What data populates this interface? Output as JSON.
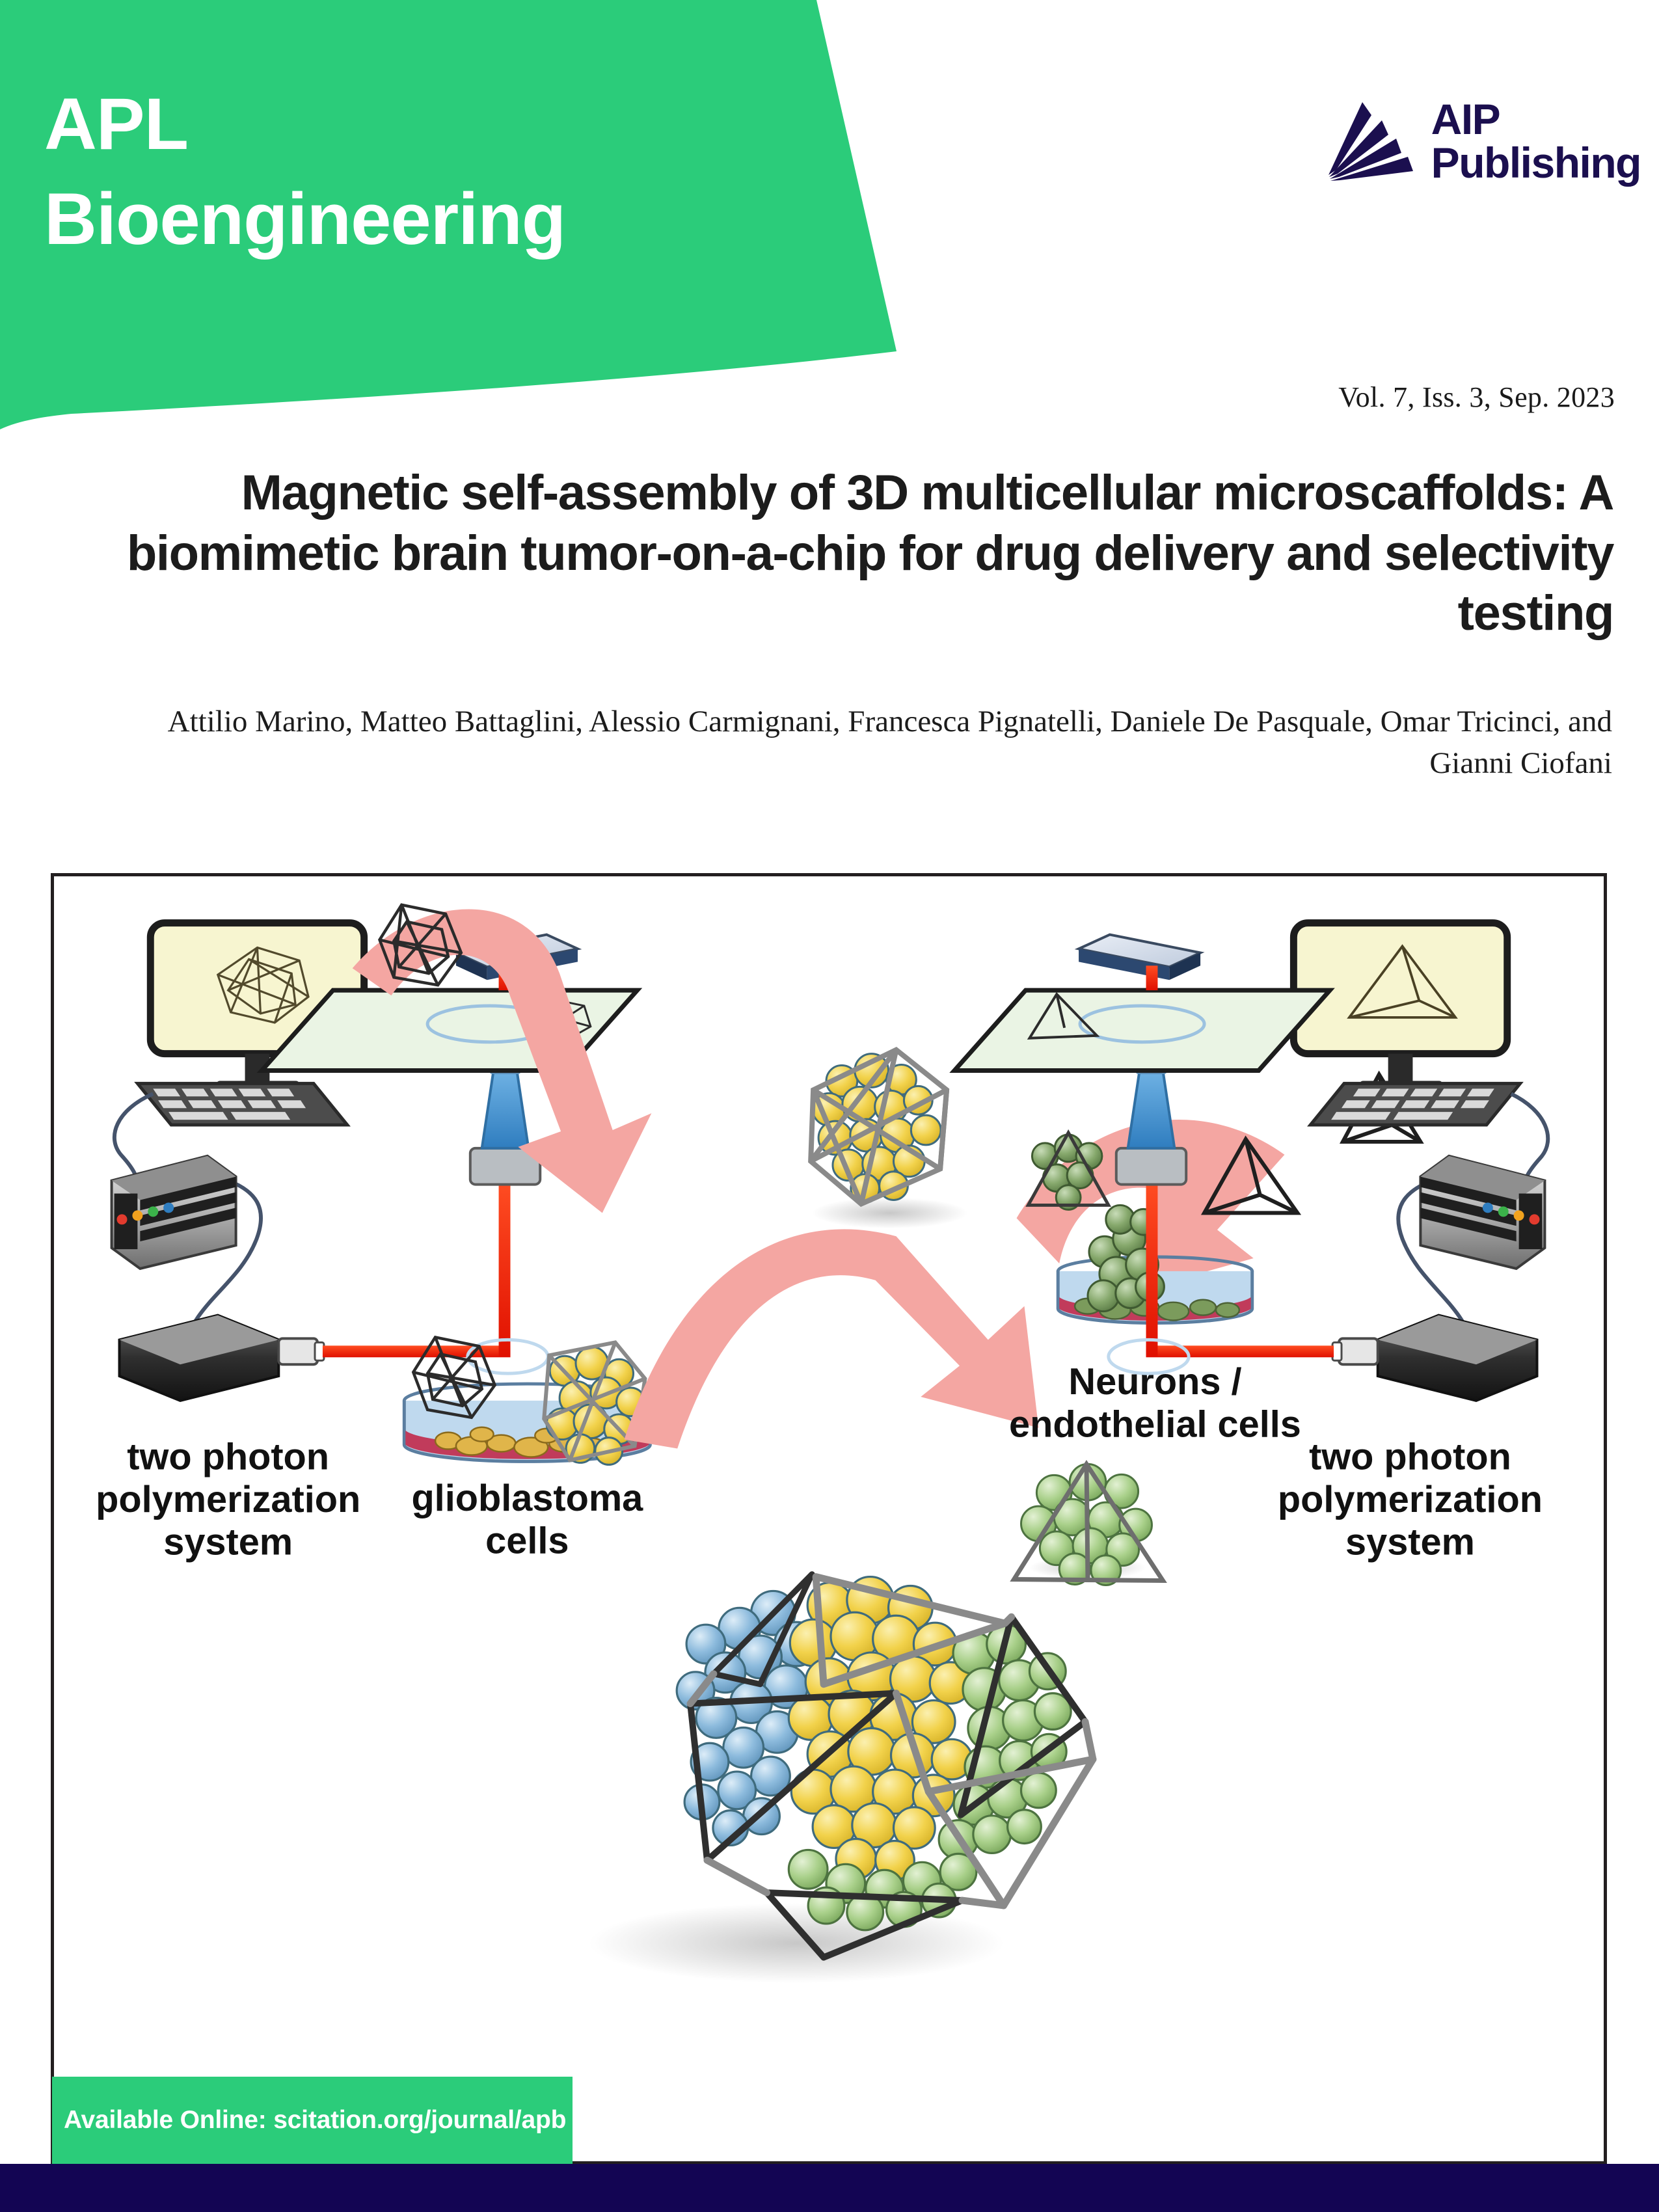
{
  "brand": {
    "journal_name": "APL\nBioengineering",
    "green": "#2BCC7A",
    "navy": "#130553"
  },
  "publisher": {
    "wordmark": "AIP\nPublishing",
    "mark_name": "aip-fan-rays"
  },
  "issue": {
    "volume_line": "Vol. 7, Iss. 3, Sep. 2023"
  },
  "article": {
    "title": "Magnetic self-assembly of 3D multicellular microscaffolds: A biomimetic brain tumor-on-a-chip for drug delivery and selectivity testing",
    "authors": "Attilio Marino, Matteo Battaglini, Alessio Carmignani, Francesca Pignatelli, Daniele De Pasquale, Omar Tricinci, and Gianni Ciofani"
  },
  "figure": {
    "labels": {
      "left_system": "two photon\npolymerization\nsystem",
      "glioblastoma": "glioblastoma\ncells",
      "neurons": "Neurons /\nendothelial cells",
      "right_system": "two photon\npolymerization\nsystem"
    },
    "colors": {
      "arrow_pink": "#F4A6A2",
      "screen_yellow": "#F7F5D0",
      "stage_green": "#EAF4E4",
      "laser_red": "#FF2200",
      "objective_blue": "#3D8FD1",
      "dish_medium": "#BFD9EE",
      "dish_base_red": "#C13B5B",
      "cell_yellow": "#F2D24B",
      "cell_blue": "#8DBBDD",
      "cell_green": "#A9D08A",
      "wireframe_dark": "#2B2B2B",
      "cage_grey": "#8A8A8A"
    }
  },
  "availability": {
    "text": "Available Online: scitation.org/journal/apb"
  }
}
